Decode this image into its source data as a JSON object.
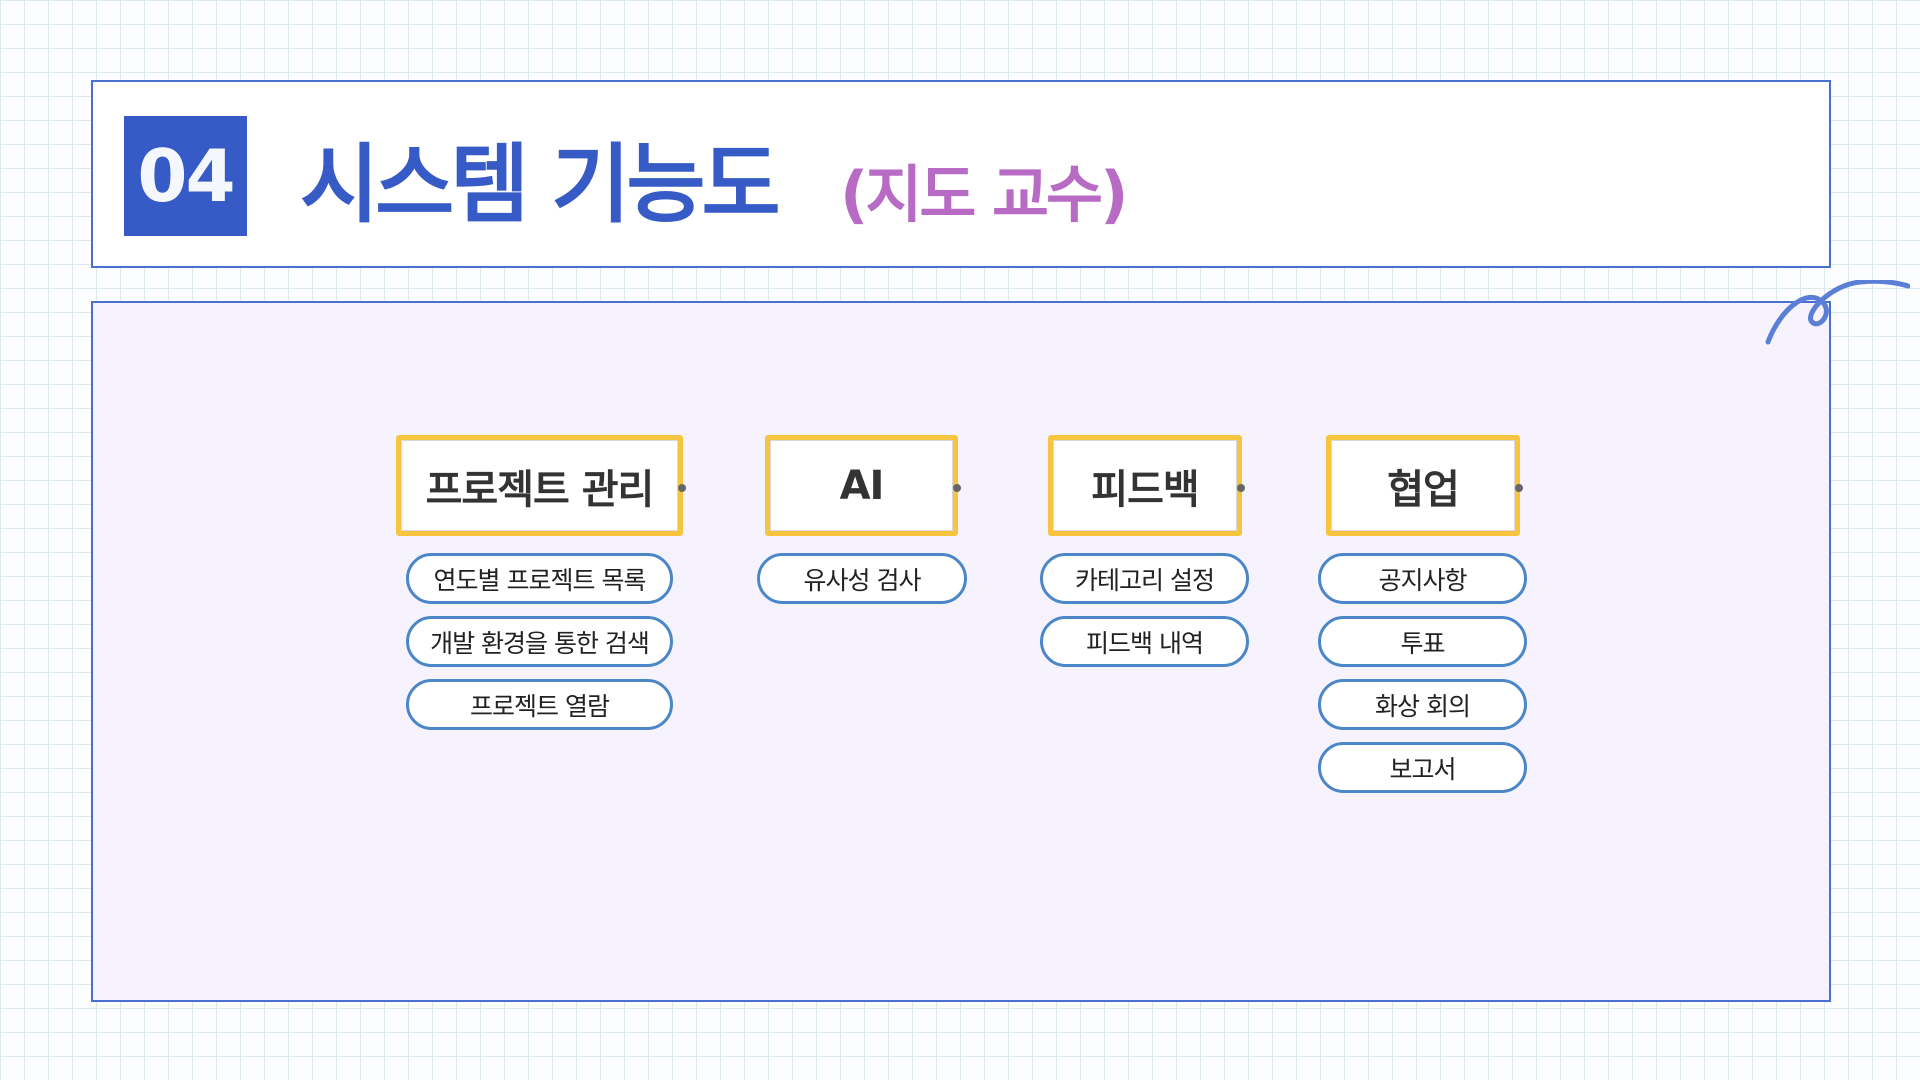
{
  "header": {
    "number": "04",
    "title": "시스템 기능도",
    "subtitle": "(지도 교수)"
  },
  "columns": [
    {
      "title": "프로젝트 관리",
      "items": [
        "연도별 프로젝트 목록",
        "개발 환경을 통한 검색",
        "프로젝트 열람"
      ]
    },
    {
      "title": "AI",
      "items": [
        "유사성 검사"
      ]
    },
    {
      "title": "피드백",
      "items": [
        "카테고리 설정",
        "피드백 내역"
      ]
    },
    {
      "title": "협업",
      "items": [
        "공지사항",
        "투표",
        "화상 회의",
        "보고서"
      ]
    }
  ],
  "colors": {
    "accent": "#375bc6",
    "subtitle": "#b86bc4",
    "card_border": "#f7c440",
    "pill_border": "#4a86c8"
  }
}
